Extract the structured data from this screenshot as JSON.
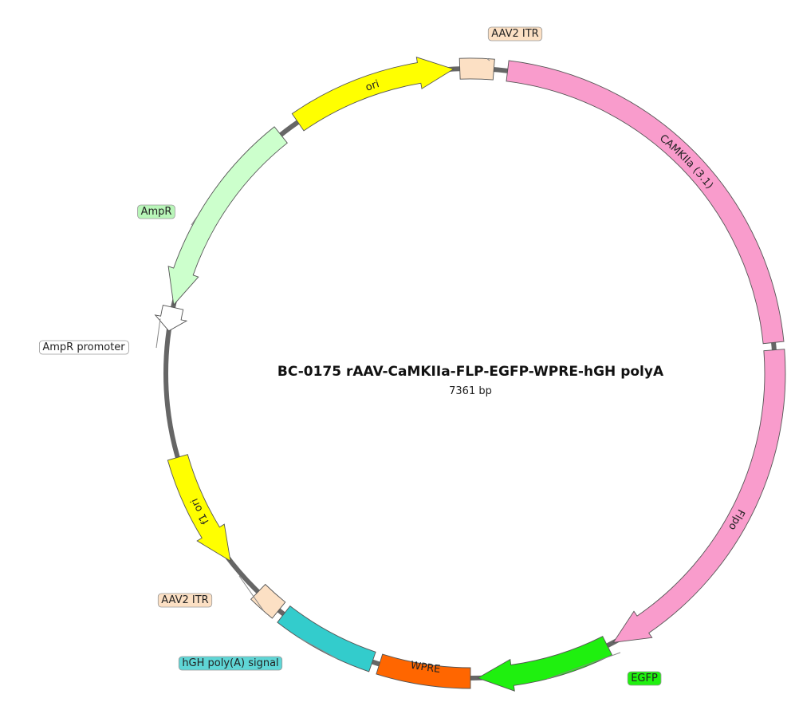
{
  "map": {
    "title": "BC-0175   rAAV-CaMKIIa-FLP-EGFP-WPRE-hGH polyA",
    "length": "7361 bp"
  },
  "features": [
    {
      "id": "aav2-itr-top",
      "label": "AAV2 ITR",
      "color": "#fce0c4",
      "label_color": "#fce0c4",
      "text_color": "#222222",
      "type": "box"
    },
    {
      "id": "camkiia",
      "label": "CAMKIIa (3.1)",
      "color": "#f99ccc",
      "type": "box"
    },
    {
      "id": "flpo",
      "label": "Flpo",
      "color": "#f99ccc",
      "type": "arrow"
    },
    {
      "id": "egfp",
      "label": "EGFP",
      "color": "#1ff00f",
      "label_color": "#1ff00f",
      "text_color": "#222222",
      "type": "arrow"
    },
    {
      "id": "wpre",
      "label": "WPRE",
      "color": "#ff6600",
      "text_color": "#ffffff",
      "type": "box"
    },
    {
      "id": "hgh-polya",
      "label": "hGH poly(A) signal",
      "color": "#33cccc",
      "label_color": "#5fd6d6",
      "text_color": "#222222",
      "type": "box"
    },
    {
      "id": "aav2-itr-bottom",
      "label": "AAV2 ITR",
      "color": "#fce0c4",
      "label_color": "#fce0c4",
      "text_color": "#222222",
      "type": "box"
    },
    {
      "id": "f1-ori",
      "label": "f1 ori",
      "color": "#ffff00",
      "type": "arrow"
    },
    {
      "id": "ampr-promoter",
      "label": "AmpR promoter",
      "color": "#ffffff",
      "label_color": "#ffffff",
      "text_color": "#222222",
      "type": "arrow"
    },
    {
      "id": "ampr",
      "label": "AmpR",
      "color": "#ccffcc",
      "label_color": "#b8f5b8",
      "text_color": "#222222",
      "type": "arrow"
    },
    {
      "id": "ori",
      "label": "ori",
      "color": "#ffff00",
      "type": "arrow"
    }
  ]
}
